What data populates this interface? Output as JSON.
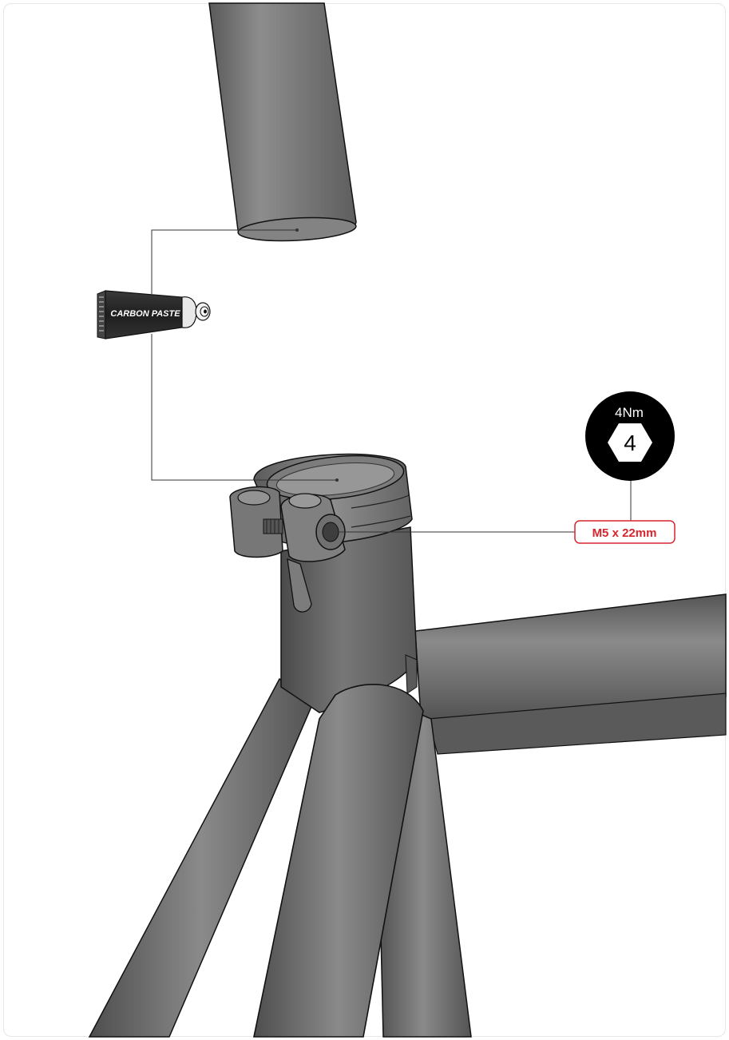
{
  "paste": {
    "label": "CARBON PASTE"
  },
  "torque": {
    "value": "4Nm",
    "hex_key": "4"
  },
  "bolt": {
    "size": "M5 x 22mm"
  },
  "colors": {
    "tube": "#6d6d6d",
    "tube_dark": "#4a4a4a",
    "tube_light": "#8c8c8c",
    "outline": "#111111",
    "accent_red": "#d7262e",
    "badge": "#000000"
  },
  "icons": [
    "carbon-paste-tube-icon",
    "hex-key-icon"
  ]
}
